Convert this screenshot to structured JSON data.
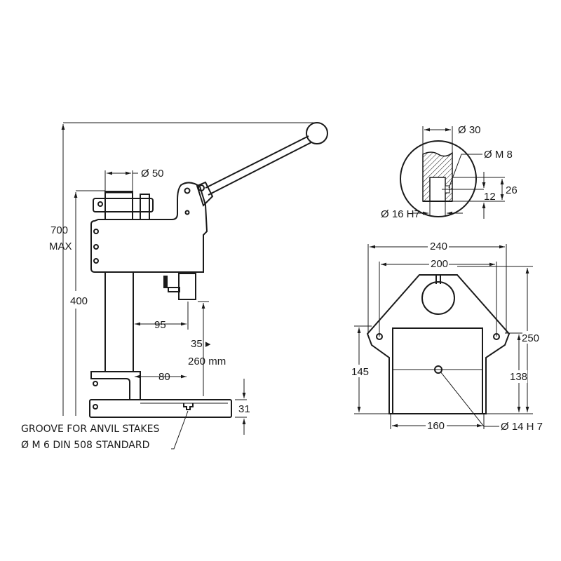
{
  "side_view": {
    "dia_top": "Ø 50",
    "height_max_value": "700",
    "height_max_suffix": "MAX",
    "height_table": "400",
    "throat_depth": "95",
    "stroke": "35 ▸",
    "daylight": "260 mm",
    "column_offset": "80",
    "base_thickness": "31",
    "groove_note_line1": "GROOVE FOR ANVIL STAKES",
    "groove_note_line2": "Ø M 6 DIN 508 STANDARD"
  },
  "detail_view": {
    "ram_dia": "Ø 30",
    "thread": "Ø M 8",
    "depth_26": "26",
    "depth_12": "12",
    "bore": "Ø 16 H7"
  },
  "plan_view": {
    "width_overall": "240",
    "hole_spacing": "200",
    "depth_overall": "250",
    "depth_145": "145",
    "depth_138": "138",
    "width_160": "160",
    "center_hole": "Ø 14 H 7"
  }
}
